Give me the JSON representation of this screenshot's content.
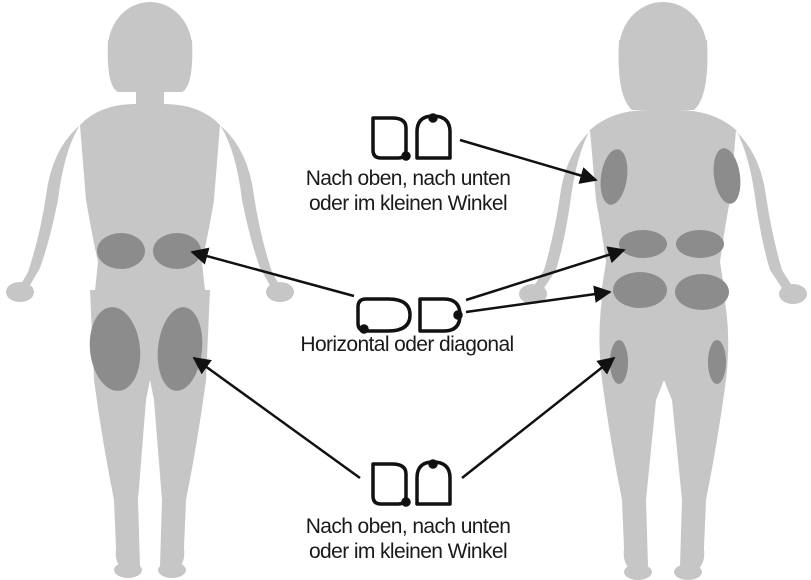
{
  "captions": {
    "top": {
      "line1": "Nach oben, nach unten",
      "line2": "oder im kleinen Winkel"
    },
    "middle": {
      "line1": "Horizontal oder diagonal"
    },
    "bottom": {
      "line1": "Nach oben, nach unten",
      "line2": "oder im kleinen Winkel"
    }
  },
  "colors": {
    "body_silhouette": "#c6c6c6",
    "injection_site": "#8c8c8c",
    "arrow": "#111111",
    "device_outline": "#111111"
  },
  "icons": [
    "front-body-silhouette",
    "back-body-silhouette",
    "pod-device-vertical-icon",
    "pod-device-horizontal-icon",
    "arrow-icon"
  ]
}
